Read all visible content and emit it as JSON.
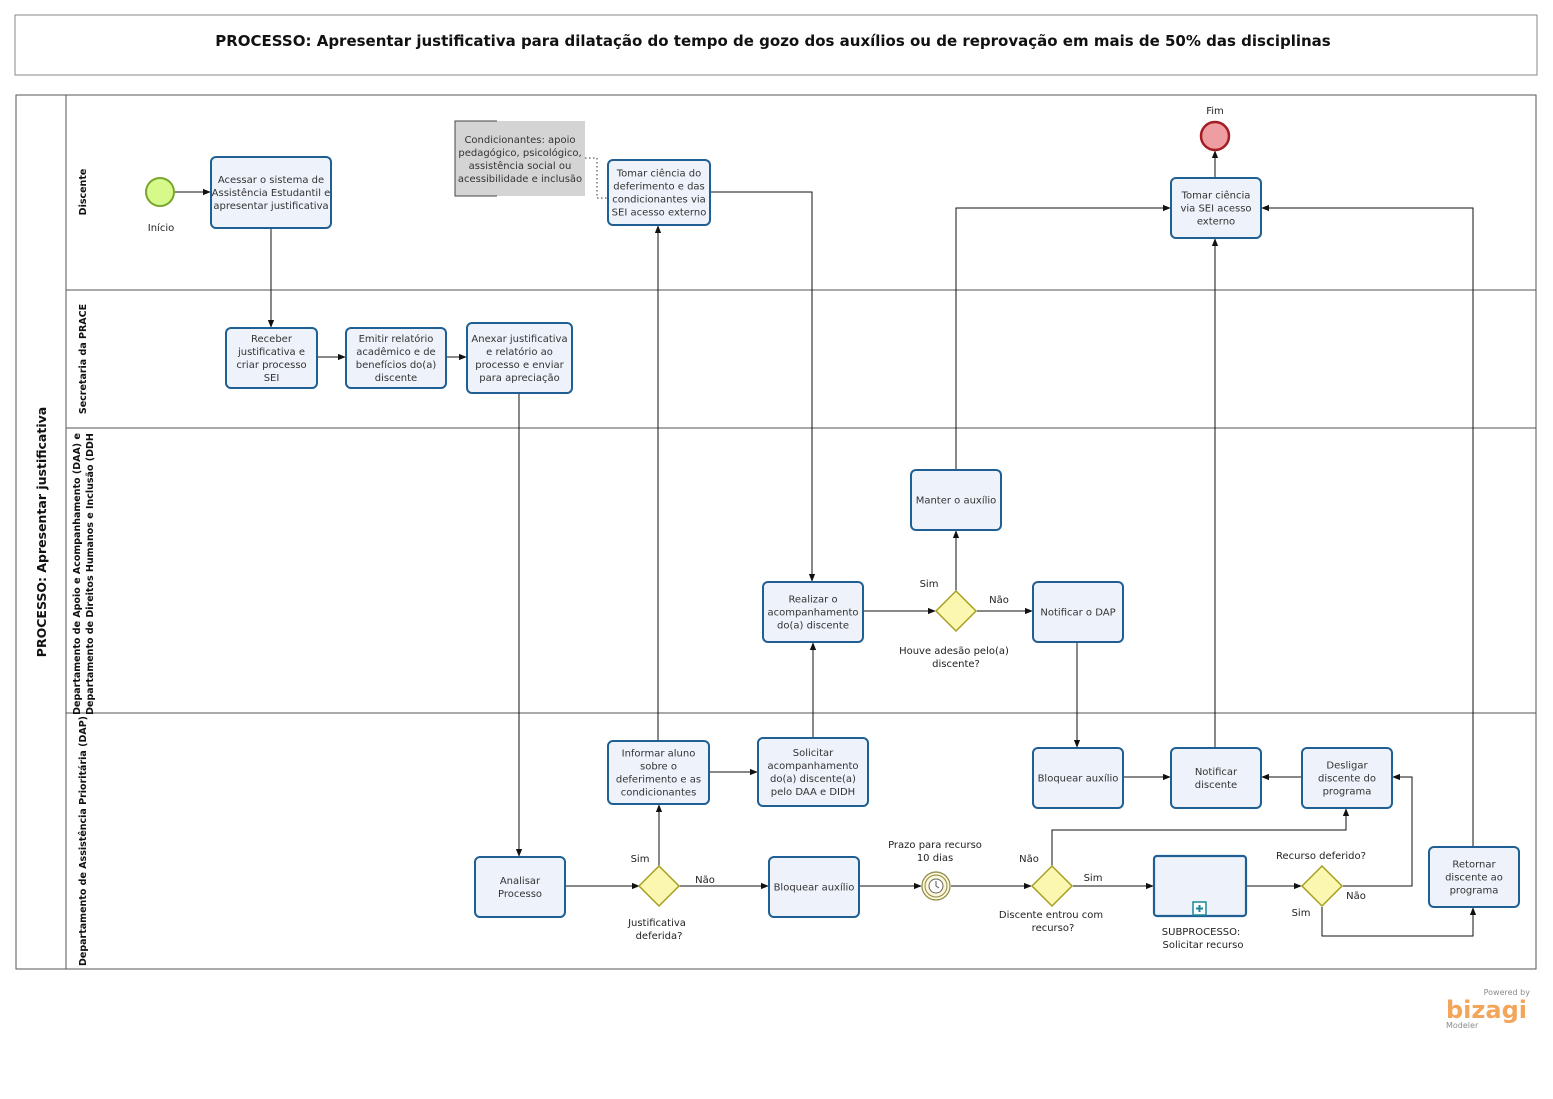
{
  "title": "PROCESSO: Apresentar justificativa para dilatação do tempo de gozo dos auxílios ou de reprovação em mais de 50% das disciplinas",
  "pool": "PROCESSO: Apresentar justificativa",
  "lanes": [
    "Discente",
    "Secretaria da PRACE",
    "Departamento de Apoio e Acompanhamento (DAA) e",
    "Departamento de Direitos Humanos e Inclusão (DDH",
    "Departamento de Assistência Prioritária (DAP)"
  ],
  "events": {
    "start": "Início",
    "end": "Fim",
    "timer": [
      "Prazo para recurso",
      "10 dias"
    ]
  },
  "annotation": [
    "Condicionantes: apoio",
    "pedagógico, psicológico,",
    "assistência social ou",
    "acessibilidade e inclusão"
  ],
  "tasks": {
    "acessar": [
      "Acessar o sistema de",
      "Assistência Estudantil e",
      "apresentar justificativa"
    ],
    "tomar1": [
      "Tomar ciência do",
      "deferimento e das",
      "condicionantes via",
      "SEI acesso externo"
    ],
    "tomar2": [
      "Tomar ciência",
      "via SEI acesso",
      "externo"
    ],
    "receber": [
      "Receber",
      "justificativa e",
      "criar processo",
      "SEI"
    ],
    "emitir": [
      "Emitir relatório",
      "acadêmico e de",
      "benefícios do(a)",
      "discente"
    ],
    "anexar": [
      "Anexar justificativa",
      "e relatório ao",
      "processo e enviar",
      "para apreciação"
    ],
    "manter": [
      "Manter o auxílio"
    ],
    "realizar": [
      "Realizar o",
      "acompanhamento",
      "do(a) discente"
    ],
    "notificar_dap": [
      "Notificar o DAP"
    ],
    "informar": [
      "Informar aluno",
      "sobre o",
      "deferimento e as",
      "condicionantes"
    ],
    "solicitar": [
      "Solicitar",
      "acompanhamento",
      "do(a) discente(a)",
      "pelo DAA e DIDH"
    ],
    "bloquear1": [
      "Bloquear auxílio"
    ],
    "notificar_discente": [
      "Notificar",
      "discente"
    ],
    "desligar": [
      "Desligar",
      "discente do",
      "programa"
    ],
    "analisar": [
      "Analisar",
      "Processo"
    ],
    "bloquear2": [
      "Bloquear auxílio"
    ],
    "retornar": [
      "Retornar",
      "discente ao",
      "programa"
    ]
  },
  "subprocess": [
    "SUBPROCESSO:",
    "Solicitar recurso"
  ],
  "gateways": {
    "adesao": [
      "Houve adesão pelo(a)",
      "discente?"
    ],
    "deferida": [
      "Justificativa",
      "deferida?"
    ],
    "recurso": [
      "Discente entrou com",
      "recurso?"
    ],
    "deferido": [
      "Recurso deferido?"
    ]
  },
  "flow_labels": {
    "sim": "Sim",
    "nao": "Não"
  },
  "branding": {
    "powered": "Powered by",
    "name": "bizagi",
    "product": "Modeler"
  },
  "colors": {
    "task_border": "#1f5f93",
    "task_fill": "#eef3fb",
    "start_fill": "#d7f98a",
    "start_stroke": "#78a52d",
    "end_fill": "#ee9ea1",
    "end_stroke": "#a51d24",
    "gateway_fill": "#fbf7b0",
    "gateway_stroke": "#a7a01f",
    "annotation_fill": "#d4d4d4",
    "brand": "#f3a65a"
  }
}
